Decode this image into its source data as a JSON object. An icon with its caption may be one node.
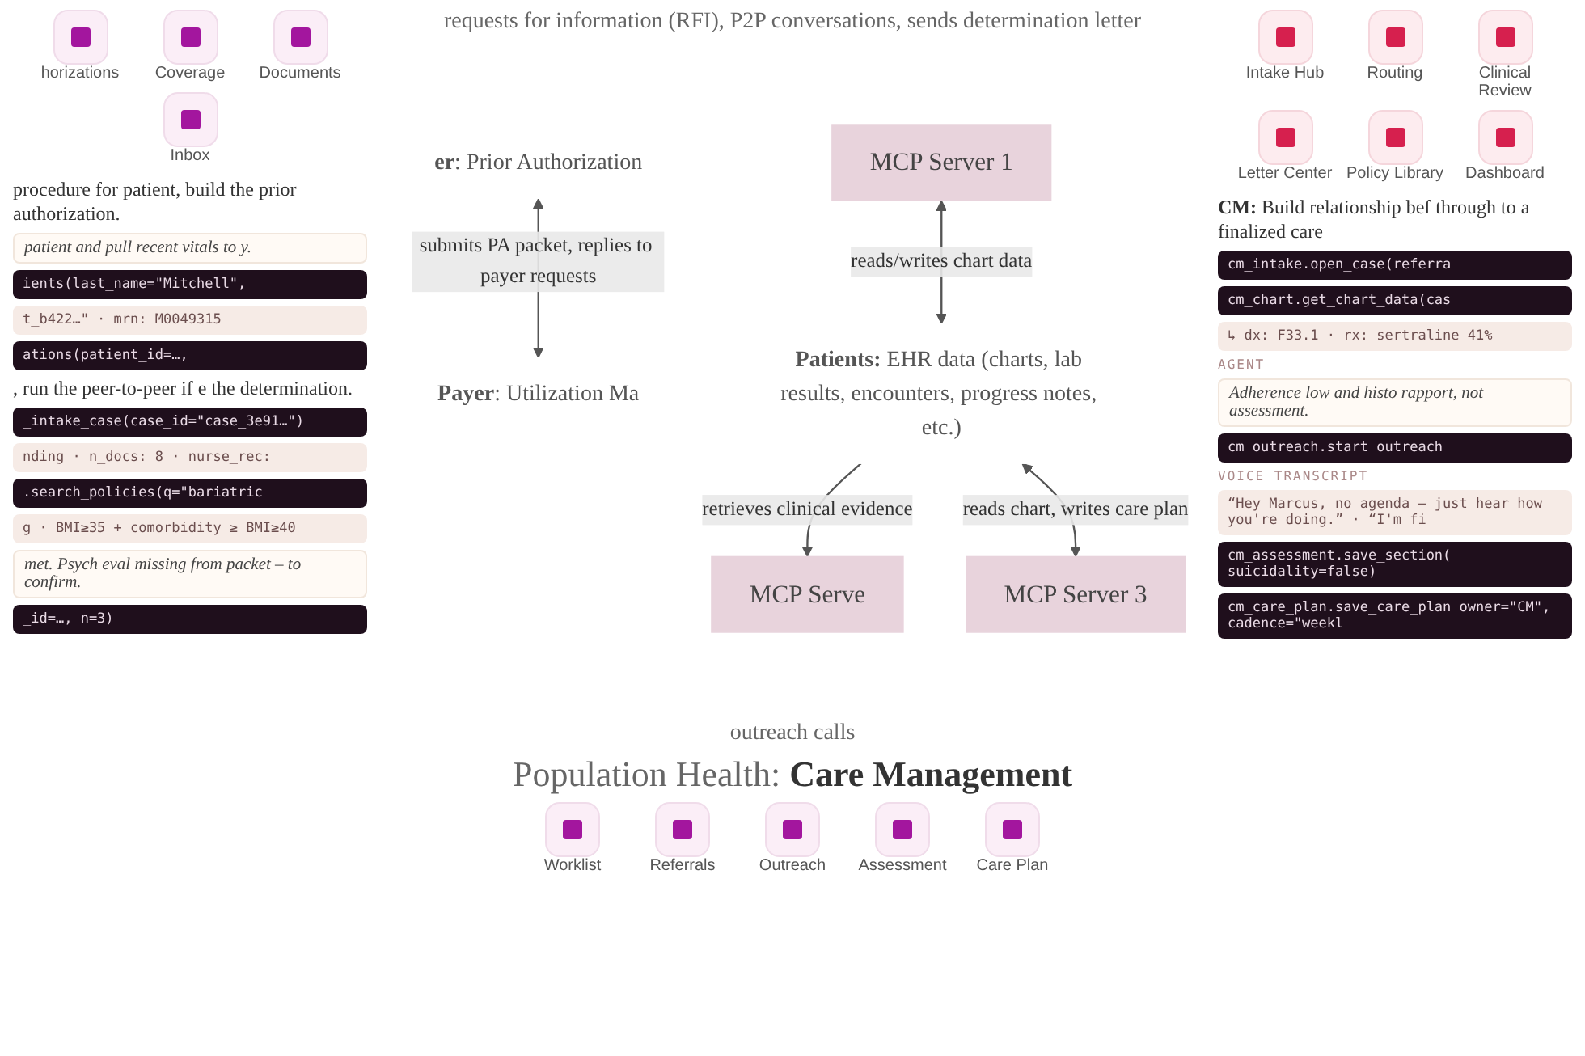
{
  "diagram": {
    "nodes": [
      {
        "text": [
          "**er**: Prior Authorization"
        ]
      },
      {
        "text": [
          "**Payer**: Utilization Ma"
        ]
      },
      {
        "text": [
          "MCP Server 1"
        ]
      },
      {
        "text": [
          "MCP Serve"
        ]
      },
      {
        "text": [
          "**Patients:** EHR data (charts, lab results, encounters, progress notes, etc.)"
        ]
      },
      {
        "text": [
          "MCP Server 3"
        ]
      }
    ],
    "edges": [
      {
        "from": 0,
        "to": 1,
        "arrow": "both",
        "label": "submits PA packet, replies to payer requests"
      },
      {
        "from": 2,
        "to": 4,
        "arrow": "both",
        "label": "reads/writes chart data"
      },
      {
        "from": 4,
        "to": 3,
        "arrow": "to",
        "label": "retrieves clinical evidence"
      },
      {
        "from": 4,
        "to": 5,
        "arrow": "both",
        "label": "reads chart, writes care plan"
      }
    ],
    "labels": [
      "horizations",
      "Coverage",
      "Documents",
      "Inbox",
      "requests for information (RFI), P2P conversations, sends determination letter",
      "Intake Hub",
      "Routing",
      "Clinical Review",
      "Letter Center",
      "Policy Library",
      "Dashboard",
      "procedure for patient, build the prior authorization.",
      "patient and pull recent vitals to y.",
      "ients(last_name=\"Mitchell\",",
      "t_b422…\" · mrn: M0049315",
      "ations(patient_id=…,",
      ", run the peer-to-peer if e the determination.",
      "_intake_case(case_id=\"case_3e91…\")",
      "nding · n_docs: 8 · nurse_rec:",
      ".search_policies(q=\"bariatric",
      "g · BMI≥35 + comorbidity ≥ BMI≥40",
      "met. Psych eval missing from packet – to confirm.",
      "_id=…, n=3)",
      "**CM:** Build relationship bef through to a finalized care",
      "cm_intake.open_case(referra",
      "cm_chart.get_chart_data(cas",
      "↳ dx: F33.1 · rx: sertraline 41%",
      "AGENT",
      "Adherence low and histo rapport, not assessment.",
      "cm_outreach.start_outreach_",
      "VOICE TRANSCRIPT",
      "“Hey Marcus, no agenda – just hear how you're doing.” · “I'm fi",
      "cm_assessment.save_section( suicidality=false)",
      "cm_care_plan.save_care_plan owner=\"CM\", cadence=\"weekl",
      "outreach calls",
      "Population Health: **Care Management**",
      "Worklist",
      "Referrals",
      "Outreach",
      "Assessment",
      "Care Plan"
    ]
  }
}
